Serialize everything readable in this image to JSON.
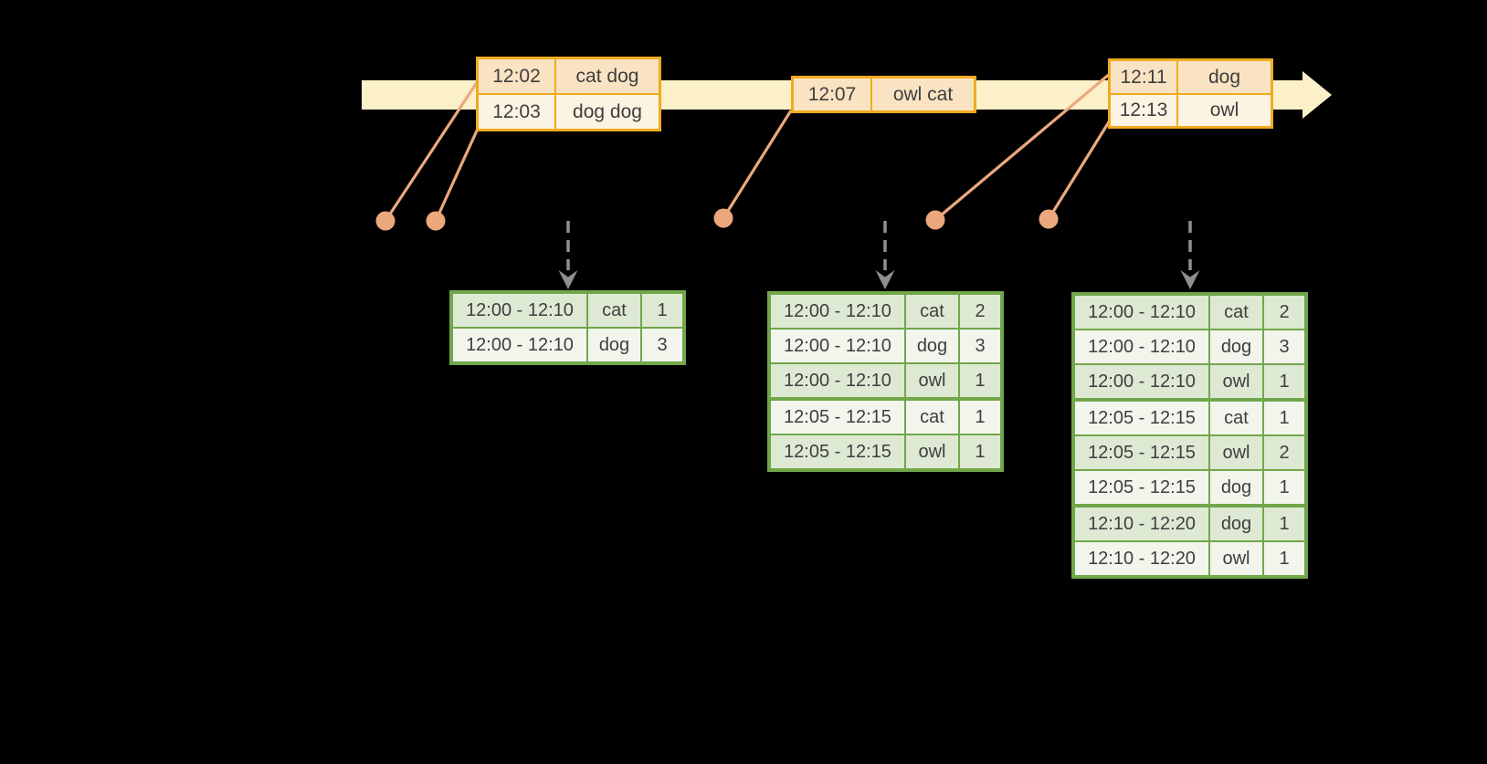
{
  "colors": {
    "background": "#000000",
    "timeline_fill": "#FBF0C8",
    "event_box_border": "#F0AB1E",
    "event_row_dark": "#FAE3C3",
    "event_row_light": "#FDF3E2",
    "connector_salmon": "#ECA87D",
    "trigger_arrow_gray": "#8F8F8F",
    "result_table_border": "#71A74A",
    "result_row_dark": "#DEE9D3",
    "result_row_light": "#F2F5EC",
    "text": "#3E3E3E"
  },
  "icons": {
    "timeline_arrowhead": "right-triangle",
    "trigger_arrowhead": "down-chevron"
  },
  "event_boxes": [
    {
      "rows": [
        {
          "time": "12:02",
          "words": "cat dog"
        },
        {
          "time": "12:03",
          "words": "dog dog"
        }
      ]
    },
    {
      "rows": [
        {
          "time": "12:07",
          "words": "owl cat"
        }
      ]
    },
    {
      "rows": [
        {
          "time": "12:11",
          "words": "dog"
        },
        {
          "time": "12:13",
          "words": "owl"
        }
      ]
    }
  ],
  "result_tables": [
    {
      "groups": [
        {
          "rows": [
            {
              "window": "12:00 - 12:10",
              "word": "cat",
              "count": "1"
            },
            {
              "window": "12:00 - 12:10",
              "word": "dog",
              "count": "3"
            }
          ]
        }
      ]
    },
    {
      "groups": [
        {
          "rows": [
            {
              "window": "12:00 - 12:10",
              "word": "cat",
              "count": "2"
            },
            {
              "window": "12:00 - 12:10",
              "word": "dog",
              "count": "3"
            },
            {
              "window": "12:00 - 12:10",
              "word": "owl",
              "count": "1"
            }
          ]
        },
        {
          "rows": [
            {
              "window": "12:05 - 12:15",
              "word": "cat",
              "count": "1"
            },
            {
              "window": "12:05 - 12:15",
              "word": "owl",
              "count": "1"
            }
          ]
        }
      ]
    },
    {
      "groups": [
        {
          "rows": [
            {
              "window": "12:00 - 12:10",
              "word": "cat",
              "count": "2"
            },
            {
              "window": "12:00 - 12:10",
              "word": "dog",
              "count": "3"
            },
            {
              "window": "12:00 - 12:10",
              "word": "owl",
              "count": "1"
            }
          ]
        },
        {
          "rows": [
            {
              "window": "12:05 - 12:15",
              "word": "cat",
              "count": "1"
            },
            {
              "window": "12:05 - 12:15",
              "word": "owl",
              "count": "2"
            },
            {
              "window": "12:05 - 12:15",
              "word": "dog",
              "count": "1"
            }
          ]
        },
        {
          "rows": [
            {
              "window": "12:10 - 12:20",
              "word": "dog",
              "count": "1"
            },
            {
              "window": "12:10 - 12:20",
              "word": "owl",
              "count": "1"
            }
          ]
        }
      ]
    }
  ]
}
